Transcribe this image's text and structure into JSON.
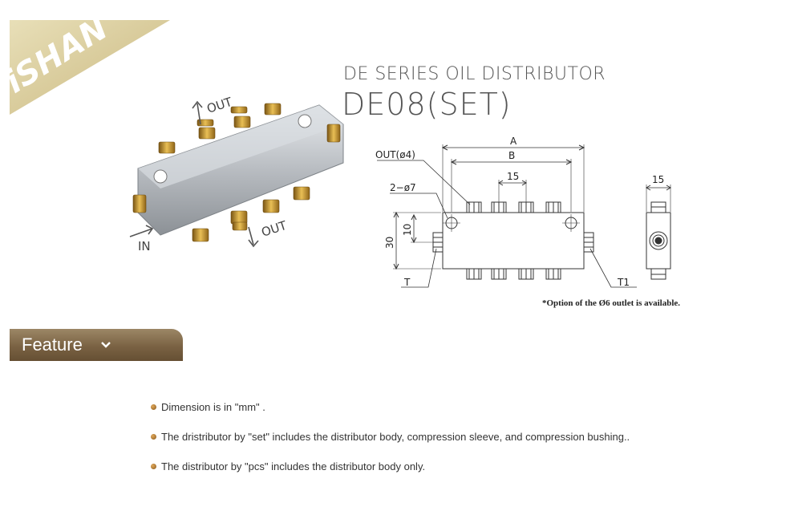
{
  "brand": {
    "logo_text": "iSHAN"
  },
  "product": {
    "series_title": "DE SERIES OIL DISTRIBUTOR",
    "model_title": "DE08(SET)"
  },
  "photo": {
    "out_top": "OUT",
    "out_bottom": "OUT",
    "in_label": "IN"
  },
  "drawing": {
    "dim_a": "A",
    "dim_b": "B",
    "pitch": "15",
    "outlet": "OUT(ø4)",
    "mount_holes": "2−ø7",
    "height_total": "30",
    "height_inlet": "10",
    "port_t": "T",
    "port_t1": "T1",
    "side_width": "15"
  },
  "option_note": "*Option of the Ø6 outlet is available.",
  "feature": {
    "tab_label": "Feature",
    "items": [
      "Dimension is in \"mm\" .",
      "The dristributor by \"set\" includes the distributor body, compression sleeve, and compression bushing..",
      "The distributor by \"pcs\" includes the distributor body only."
    ]
  },
  "colors": {
    "brand_gold": "#cfc08c",
    "feature_tab": "#7a6243",
    "bullet": "#b07a35"
  }
}
